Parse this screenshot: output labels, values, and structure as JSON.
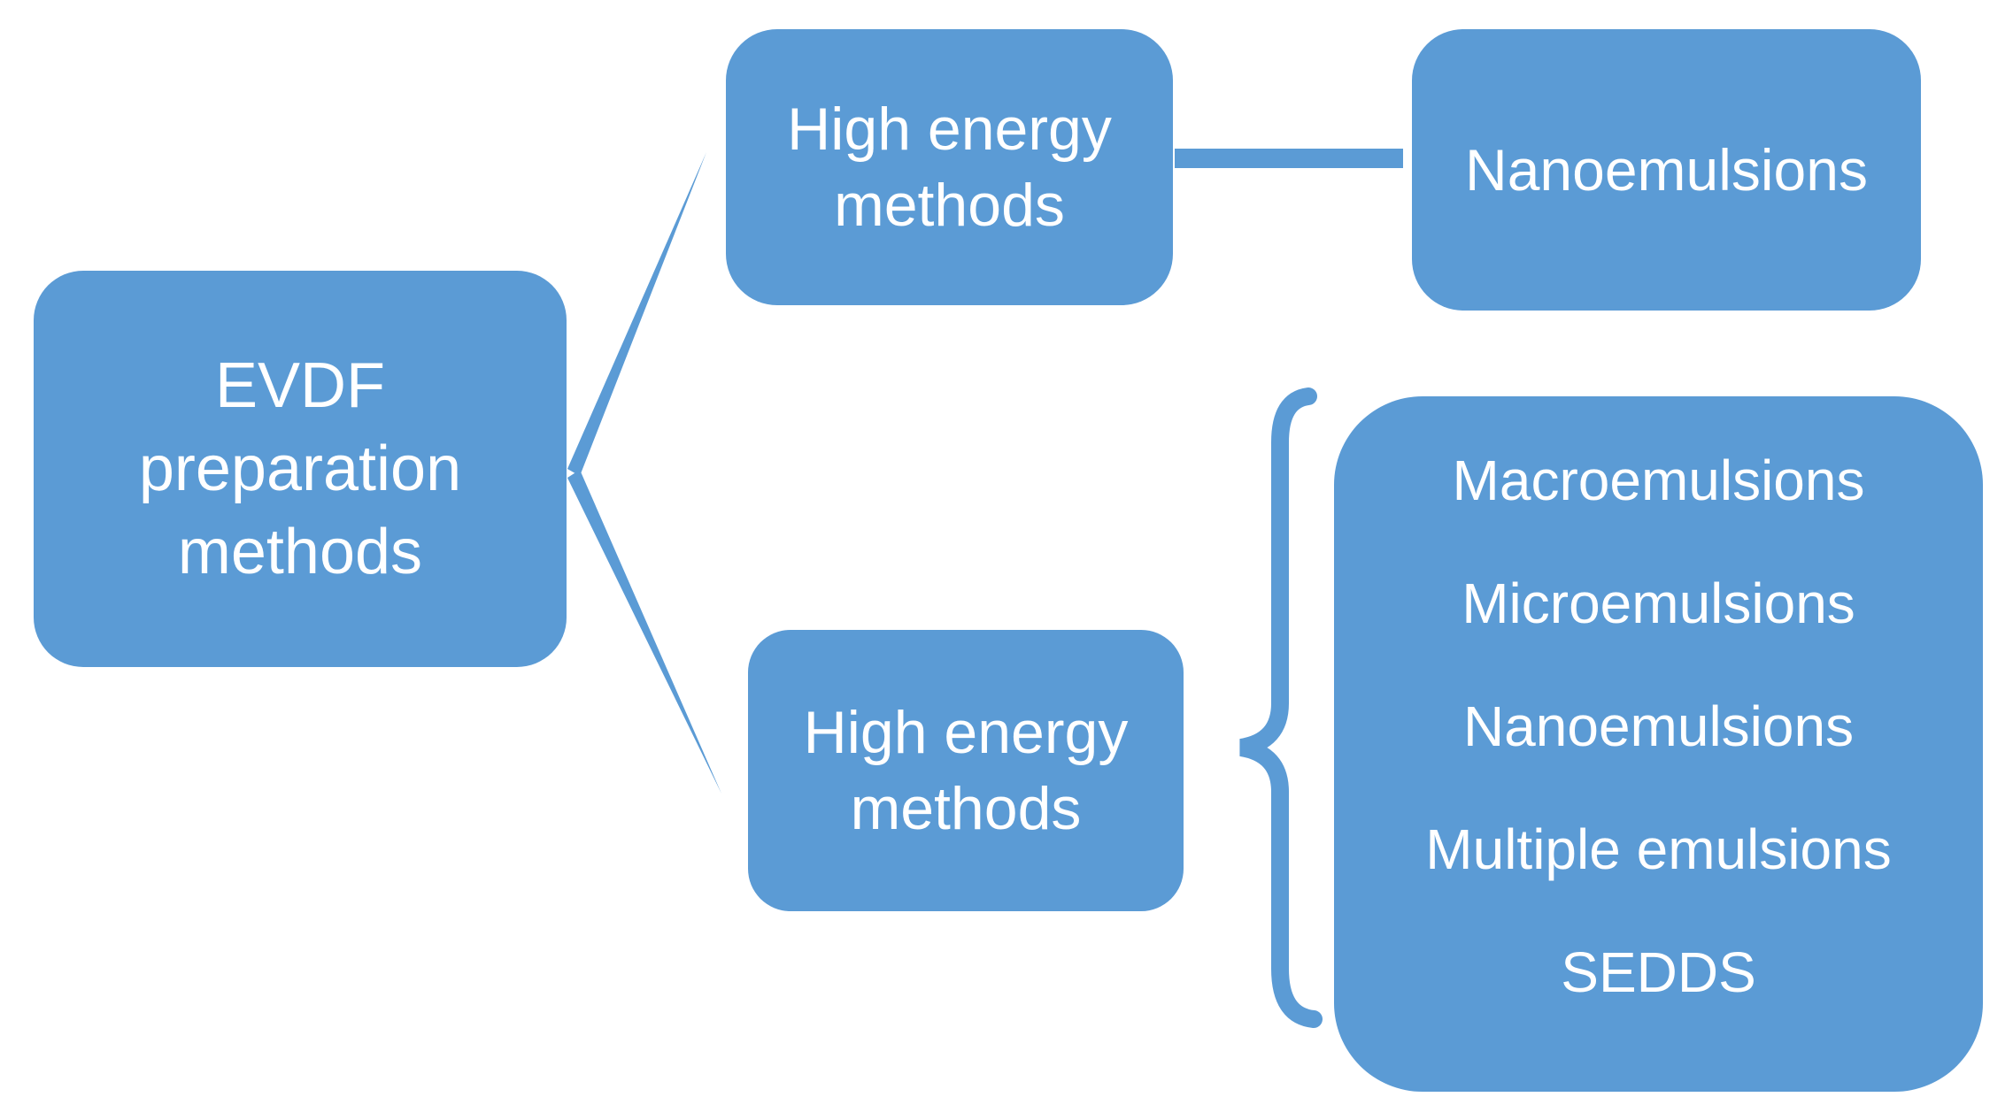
{
  "figure": {
    "background": "#ffffff",
    "accent_color": "#5b9bd5",
    "text_color": "#ffffff"
  },
  "nodes": {
    "root": "EVDF\npreparation\nmethods",
    "branch_top": "High energy\nmethods",
    "leaf_nanoemulsions": "Nanoemulsions",
    "branch_bottom": "High energy\nmethods",
    "group_items": [
      "Macroemulsions",
      "Microemulsions",
      "Nanoemulsions",
      "Multiple emulsions",
      "SEDDS"
    ]
  }
}
